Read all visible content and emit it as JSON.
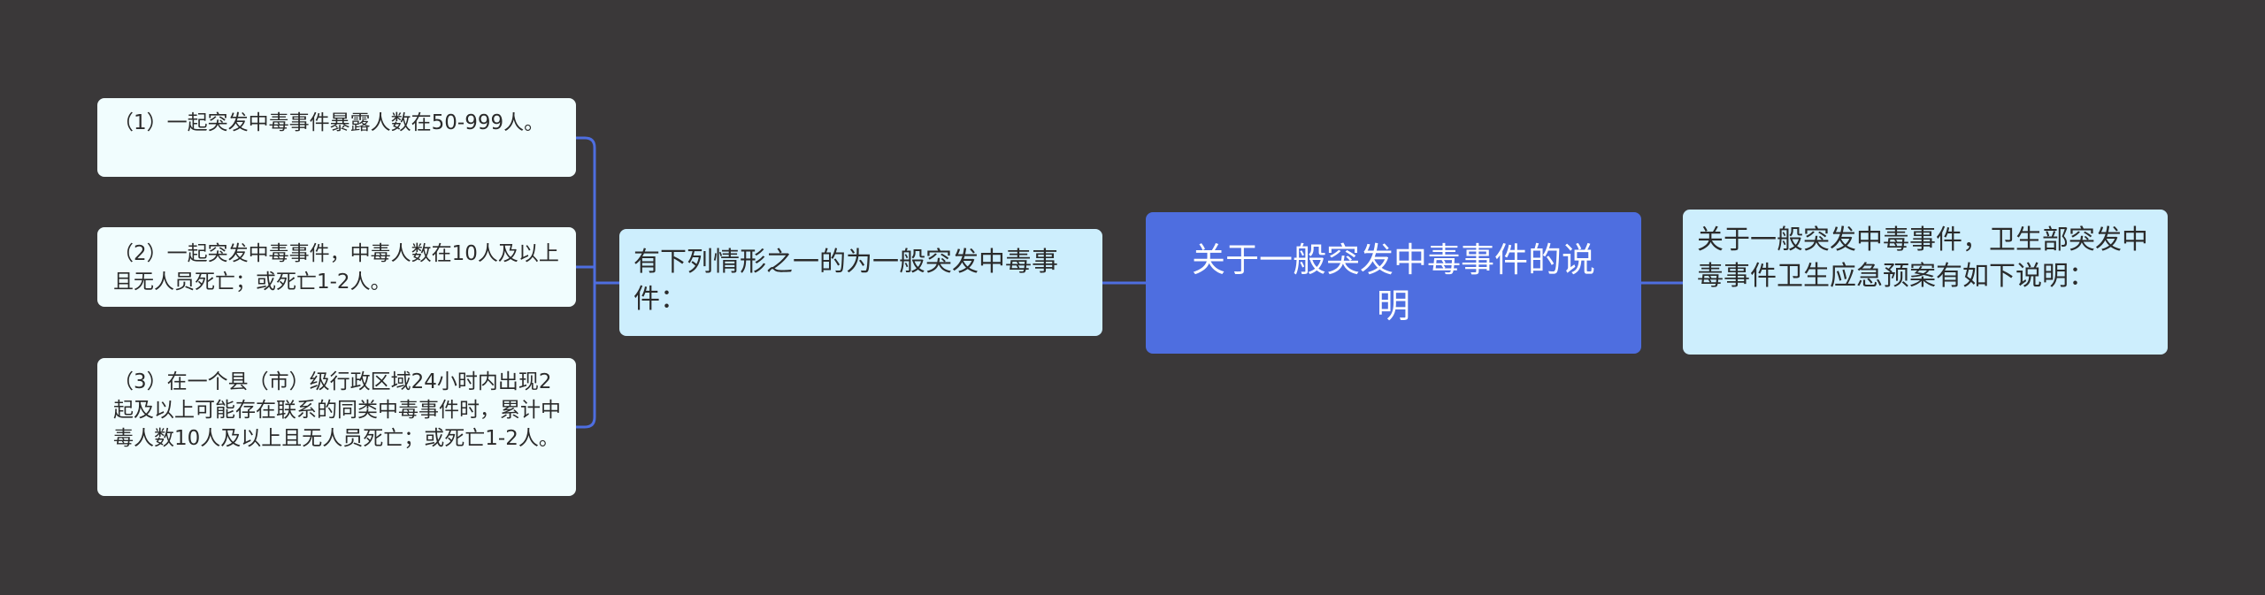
{
  "mindmap": {
    "root": {
      "label": "关于一般突发中毒事件的说明"
    },
    "right_branch": {
      "label": "关于一般突发中毒事件，卫生部突发中毒事件卫生应急预案有如下说明："
    },
    "left_branch": {
      "label": "有下列情形之一的为一般突发中毒事件：",
      "children": [
        {
          "label": "（1）一起突发中毒事件暴露人数在50-999人。"
        },
        {
          "label": "（2）一起突发中毒事件，中毒人数在10人及以上且无人员死亡；或死亡1-2人。"
        },
        {
          "label": "（3）在一个县（市）级行政区域24小时内出现2起及以上可能存在联系的同类中毒事件时，累计中毒人数10人及以上且无人员死亡；或死亡1-2人。"
        }
      ]
    },
    "colors": {
      "background": "#3a3839",
      "connector": "#4e6ee0",
      "root_fill": "#4e6ee0",
      "branch_fill": "#cdeefd",
      "leaf_fill": "#f1fdfe"
    }
  }
}
